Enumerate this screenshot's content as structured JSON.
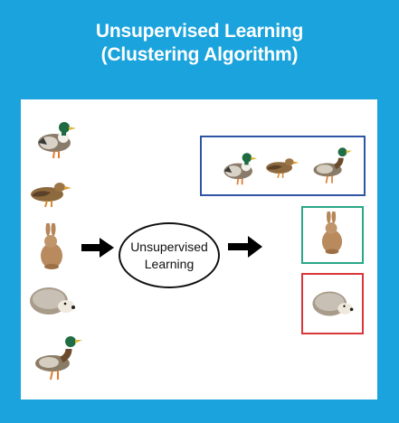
{
  "header": {
    "title_line1": "Unsupervised Learning",
    "title_line2": "(Clustering Algorithm)"
  },
  "diagram": {
    "center_label_line1": "Unsupervised",
    "center_label_line2": "Learning",
    "input_items": [
      "mallard-duck",
      "brown-duck",
      "rabbit",
      "hedgehog",
      "mallard-duck-standing"
    ],
    "clusters": [
      {
        "name": "duck-cluster",
        "color": "#2f55a4",
        "items": [
          "mallard-duck",
          "brown-duck",
          "mallard-duck-standing"
        ]
      },
      {
        "name": "rabbit-cluster",
        "color": "#2aa787",
        "items": [
          "rabbit"
        ]
      },
      {
        "name": "hedgehog-cluster",
        "color": "#d9363b",
        "items": [
          "hedgehog"
        ]
      }
    ]
  },
  "colors": {
    "background": "#1aa3dc",
    "panel": "#ffffff",
    "text_title": "#ffffff",
    "arrow": "#000000"
  }
}
